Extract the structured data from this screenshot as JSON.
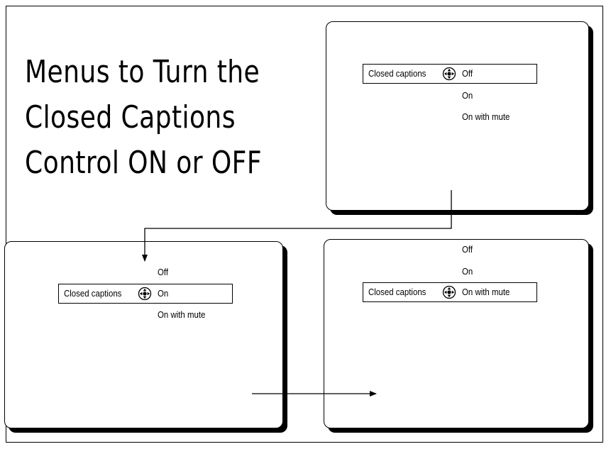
{
  "title_lines": [
    "Menus to Turn the",
    "Closed Captions",
    "Control ON or OFF"
  ],
  "menu_label": "Closed captions",
  "options": {
    "off": "Off",
    "on": "On",
    "on_with_mute": "On with mute"
  },
  "screens": [
    {
      "selected": "Off"
    },
    {
      "selected": "On"
    },
    {
      "selected": "On with mute"
    }
  ],
  "icon": "navigation-pad-icon"
}
